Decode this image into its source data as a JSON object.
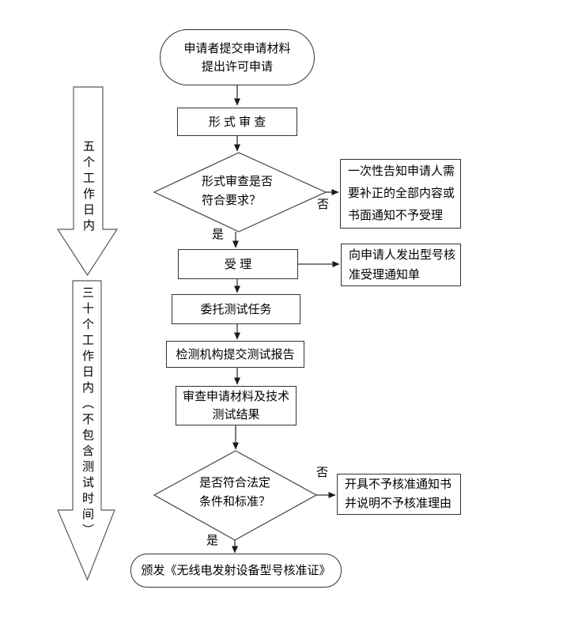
{
  "colors": {
    "connector_line": "#333333",
    "diamond_stroke": "#404040",
    "big_arrow_stroke": "#595959",
    "node_border": "#333333",
    "node_fill": "#ffffff",
    "text": "#000000",
    "background": "#ffffff"
  },
  "timeline": {
    "arrow1_label": "五个工作日内",
    "arrow2_label": "三十个工作日内（不包含测试时间）"
  },
  "nodes": {
    "start": {
      "line1": "申请者提交申请材料",
      "line2": "提出许可申请"
    },
    "formal_review": {
      "label": "形 式 审 查"
    },
    "decision_formal": {
      "line1": "形式审查是否",
      "line2": "符合要求？",
      "no": "否",
      "yes": "是"
    },
    "notice_correct": {
      "line1": "一次性告知申请人需",
      "line2": "要补正的全部内容或",
      "line3": "书面通知不予受理"
    },
    "accept": {
      "label": "受 理"
    },
    "notice_accept": {
      "line1": "向申请人发出型号核",
      "line2": "准受理通知单"
    },
    "delegate_test": {
      "label": "委托测试任务"
    },
    "submit_report": {
      "label": "检测机构提交测试报告"
    },
    "review_materials": {
      "line1": "审查申请材料及技术",
      "line2": "测试结果"
    },
    "decision_approve": {
      "line1": "是否符合法定",
      "line2": "条件和标准？",
      "no": "否",
      "yes": "是"
    },
    "notice_reject": {
      "line1": "开具不予核准通知书",
      "line2": "并说明不予核准理由"
    },
    "end": {
      "label": "颁发《无线电发射设备型号核准证》"
    }
  }
}
